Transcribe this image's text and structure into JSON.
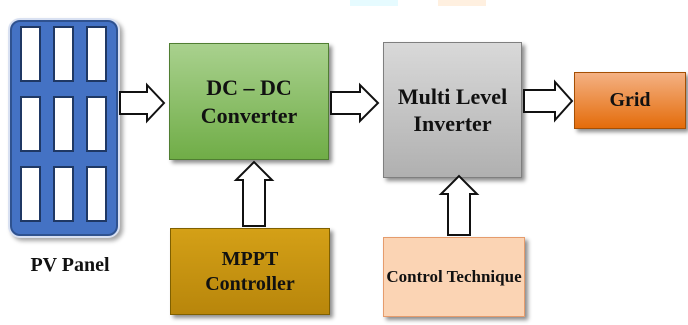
{
  "diagram": {
    "nodes": {
      "pv_panel": {
        "label": "PV Panel"
      },
      "dc_converter": {
        "label": "DC – DC\nConverter"
      },
      "mppt_controller": {
        "label": "MPPT\nController"
      },
      "multilevel_inverter": {
        "label": "Multi Level\nInverter"
      },
      "control_technique": {
        "label": "Control Technique"
      },
      "grid": {
        "label": "Grid"
      }
    },
    "edges": [
      {
        "from": "pv_panel",
        "to": "dc_converter"
      },
      {
        "from": "mppt_controller",
        "to": "dc_converter"
      },
      {
        "from": "dc_converter",
        "to": "multilevel_inverter"
      },
      {
        "from": "control_technique",
        "to": "multilevel_inverter"
      },
      {
        "from": "multilevel_inverter",
        "to": "grid"
      }
    ]
  },
  "colors": {
    "pv_panel": "#4472c4",
    "dc_converter": "#70ad47",
    "mppt_controller": "#b8860b",
    "multilevel_inverter": "#bfbfbf",
    "control_technique": "#fbd4b4",
    "grid": "#e46c0a"
  }
}
